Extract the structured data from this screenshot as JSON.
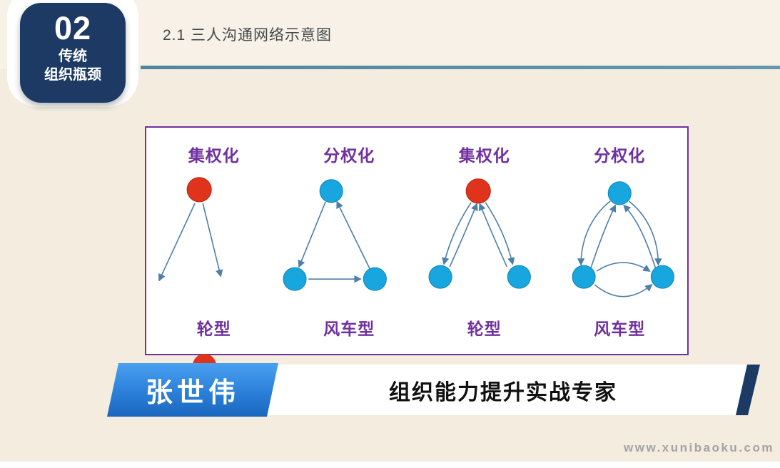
{
  "badge": {
    "number": "02",
    "subtitle_line1": "传统",
    "subtitle_line2": "组织瓶颈"
  },
  "header": {
    "title": "2.1 三人沟通网络示意图"
  },
  "diagram_box": {
    "panels": [
      {
        "top_label": "集权化",
        "bottom_label": "轮型"
      },
      {
        "top_label": "分权化",
        "bottom_label": "风车型"
      },
      {
        "top_label": "集权化",
        "bottom_label": "轮型"
      },
      {
        "top_label": "分权化",
        "bottom_label": "风车型"
      }
    ],
    "colors": {
      "central_node": "#e0331c",
      "member_node": "#17a6dd",
      "label_text": "#7030a0",
      "connector": "#4d7fa8",
      "box_border": "#7030a0"
    }
  },
  "footer_banner": {
    "speaker_name": "张世伟",
    "speaker_title": "组织能力提升实战专家",
    "blue_color": "#2b7fd9",
    "navy_color": "#1c3a64"
  },
  "watermark": {
    "text": "www.xunibaoku.com"
  }
}
